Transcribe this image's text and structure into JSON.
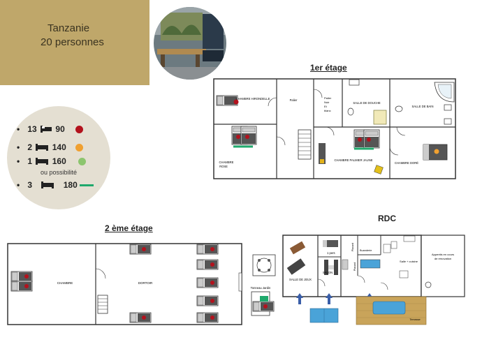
{
  "colors": {
    "title_bg": "#bfa76a",
    "legend_bg": "#e4dfd2",
    "dot_red": "#b3121d",
    "dot_orange": "#f0a030",
    "dot_green": "#8cc56e",
    "line_green": "#1fa96c",
    "wall": "#333333",
    "water": "#4aa3d8",
    "wood": "#c9a45a"
  },
  "title": {
    "line1": "Tanzanie",
    "line2": "20 personnes"
  },
  "photo": {
    "icon": "house-interior-photo"
  },
  "legend": {
    "rows": [
      {
        "count": "13",
        "bed_icon": "single-bed-icon",
        "size": "90",
        "marker": "dot",
        "color": "#b3121d"
      },
      {
        "count": "2",
        "bed_icon": "double-bed-icon",
        "size": "140",
        "marker": "dot",
        "color": "#f0a030"
      },
      {
        "count": "1",
        "bed_icon": "double-bed-icon",
        "size": "160",
        "marker": "dot",
        "color": "#8cc56e"
      },
      {
        "count": "3",
        "bed_icon": "double-bed-icon",
        "size": "180",
        "marker": "line",
        "color": "#1fa96c"
      }
    ],
    "note": "ou possibilité"
  },
  "floors": {
    "first": {
      "title": "1er étage",
      "rooms": {
        "hirondelle": "CHAMBRE HIRONDELLE",
        "palier": "Palier",
        "palier_noir_1": "Palier",
        "palier_noir_2": "Noir",
        "palier_noir_3": "Et",
        "palier_noir_4": "blanc",
        "douche": "SALLE DE DOUCHE",
        "bain": "SALLE DE BAIN",
        "rose_1": "CHAMBRE",
        "rose_2": "ROSE",
        "palmier": "CHAMBRE PALMIER JAUNE",
        "dore": "CHAMBRE DORÉ"
      }
    },
    "second": {
      "title": "2 ème  étage",
      "rooms": {
        "chambre": "CHAMBRE",
        "dortoir": "DORTOIR"
      }
    },
    "rdc": {
      "title": "RDC",
      "rooms": {
        "tonneau": "Tonneau Jardin",
        "salle_jeux": "SALLE DE JEUX",
        "salon": "SALON",
        "lit_1pers": "1 pers",
        "buanderie": "Buanderie",
        "placard_1": "Placard",
        "placard_2": "Placard",
        "salle_cuisine": "Salle + cuisine",
        "appentis_1": "Appentis en cours",
        "appentis_2": "de rénovation",
        "terrasse": "Terrasse"
      }
    }
  }
}
